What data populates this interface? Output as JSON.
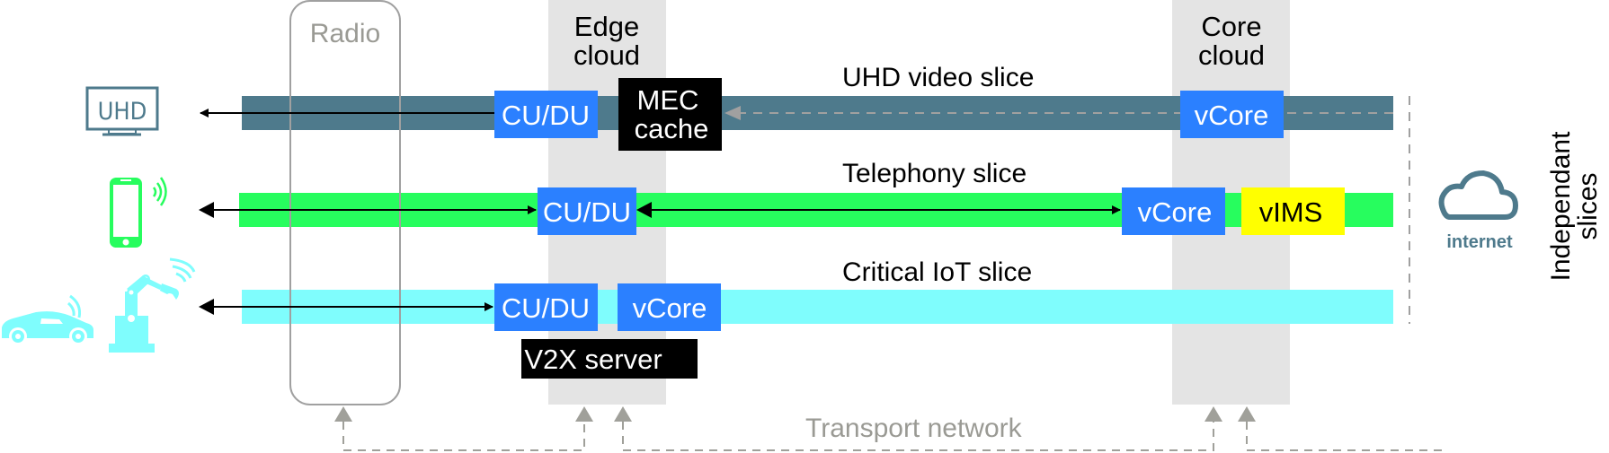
{
  "zones": {
    "radio": {
      "label": "Radio"
    },
    "edge": {
      "label_line1": "Edge",
      "label_line2": "cloud"
    },
    "core": {
      "label_line1": "Core",
      "label_line2": "cloud"
    }
  },
  "slices": [
    {
      "name": "UHD video slice",
      "color": "#4e7a8c",
      "device_icons": [
        "tv-uhd-icon"
      ],
      "device_label": "UHD",
      "boxes": [
        {
          "label": "CU/DU",
          "color": "#2b80ff"
        },
        {
          "label_line1": "MEC",
          "label_line2": "cache",
          "color": "#000000"
        },
        {
          "label": "vCore",
          "color": "#2b80ff"
        }
      ]
    },
    {
      "name": "Telephony slice",
      "color": "#27fd5e",
      "device_icons": [
        "smartphone-icon"
      ],
      "boxes": [
        {
          "label": "CU/DU",
          "color": "#2b80ff"
        },
        {
          "label": "vCore",
          "color": "#2b80ff"
        },
        {
          "label": "vIMS",
          "color": "#ffff00"
        }
      ]
    },
    {
      "name": "Critical IoT slice",
      "color": "#7ffdfd",
      "device_icons": [
        "car-icon",
        "robot-arm-icon"
      ],
      "boxes": [
        {
          "label": "CU/DU",
          "color": "#2b80ff"
        },
        {
          "label": "vCore",
          "color": "#2b80ff"
        },
        {
          "label": "V2X server",
          "color": "#000000"
        }
      ]
    }
  ],
  "internet": {
    "label": "internet",
    "icon": "cloud-icon",
    "color": "#4e7a8c"
  },
  "side_label": {
    "line1": "Independant",
    "line2": "slices"
  },
  "transport": {
    "label": "Transport network"
  }
}
